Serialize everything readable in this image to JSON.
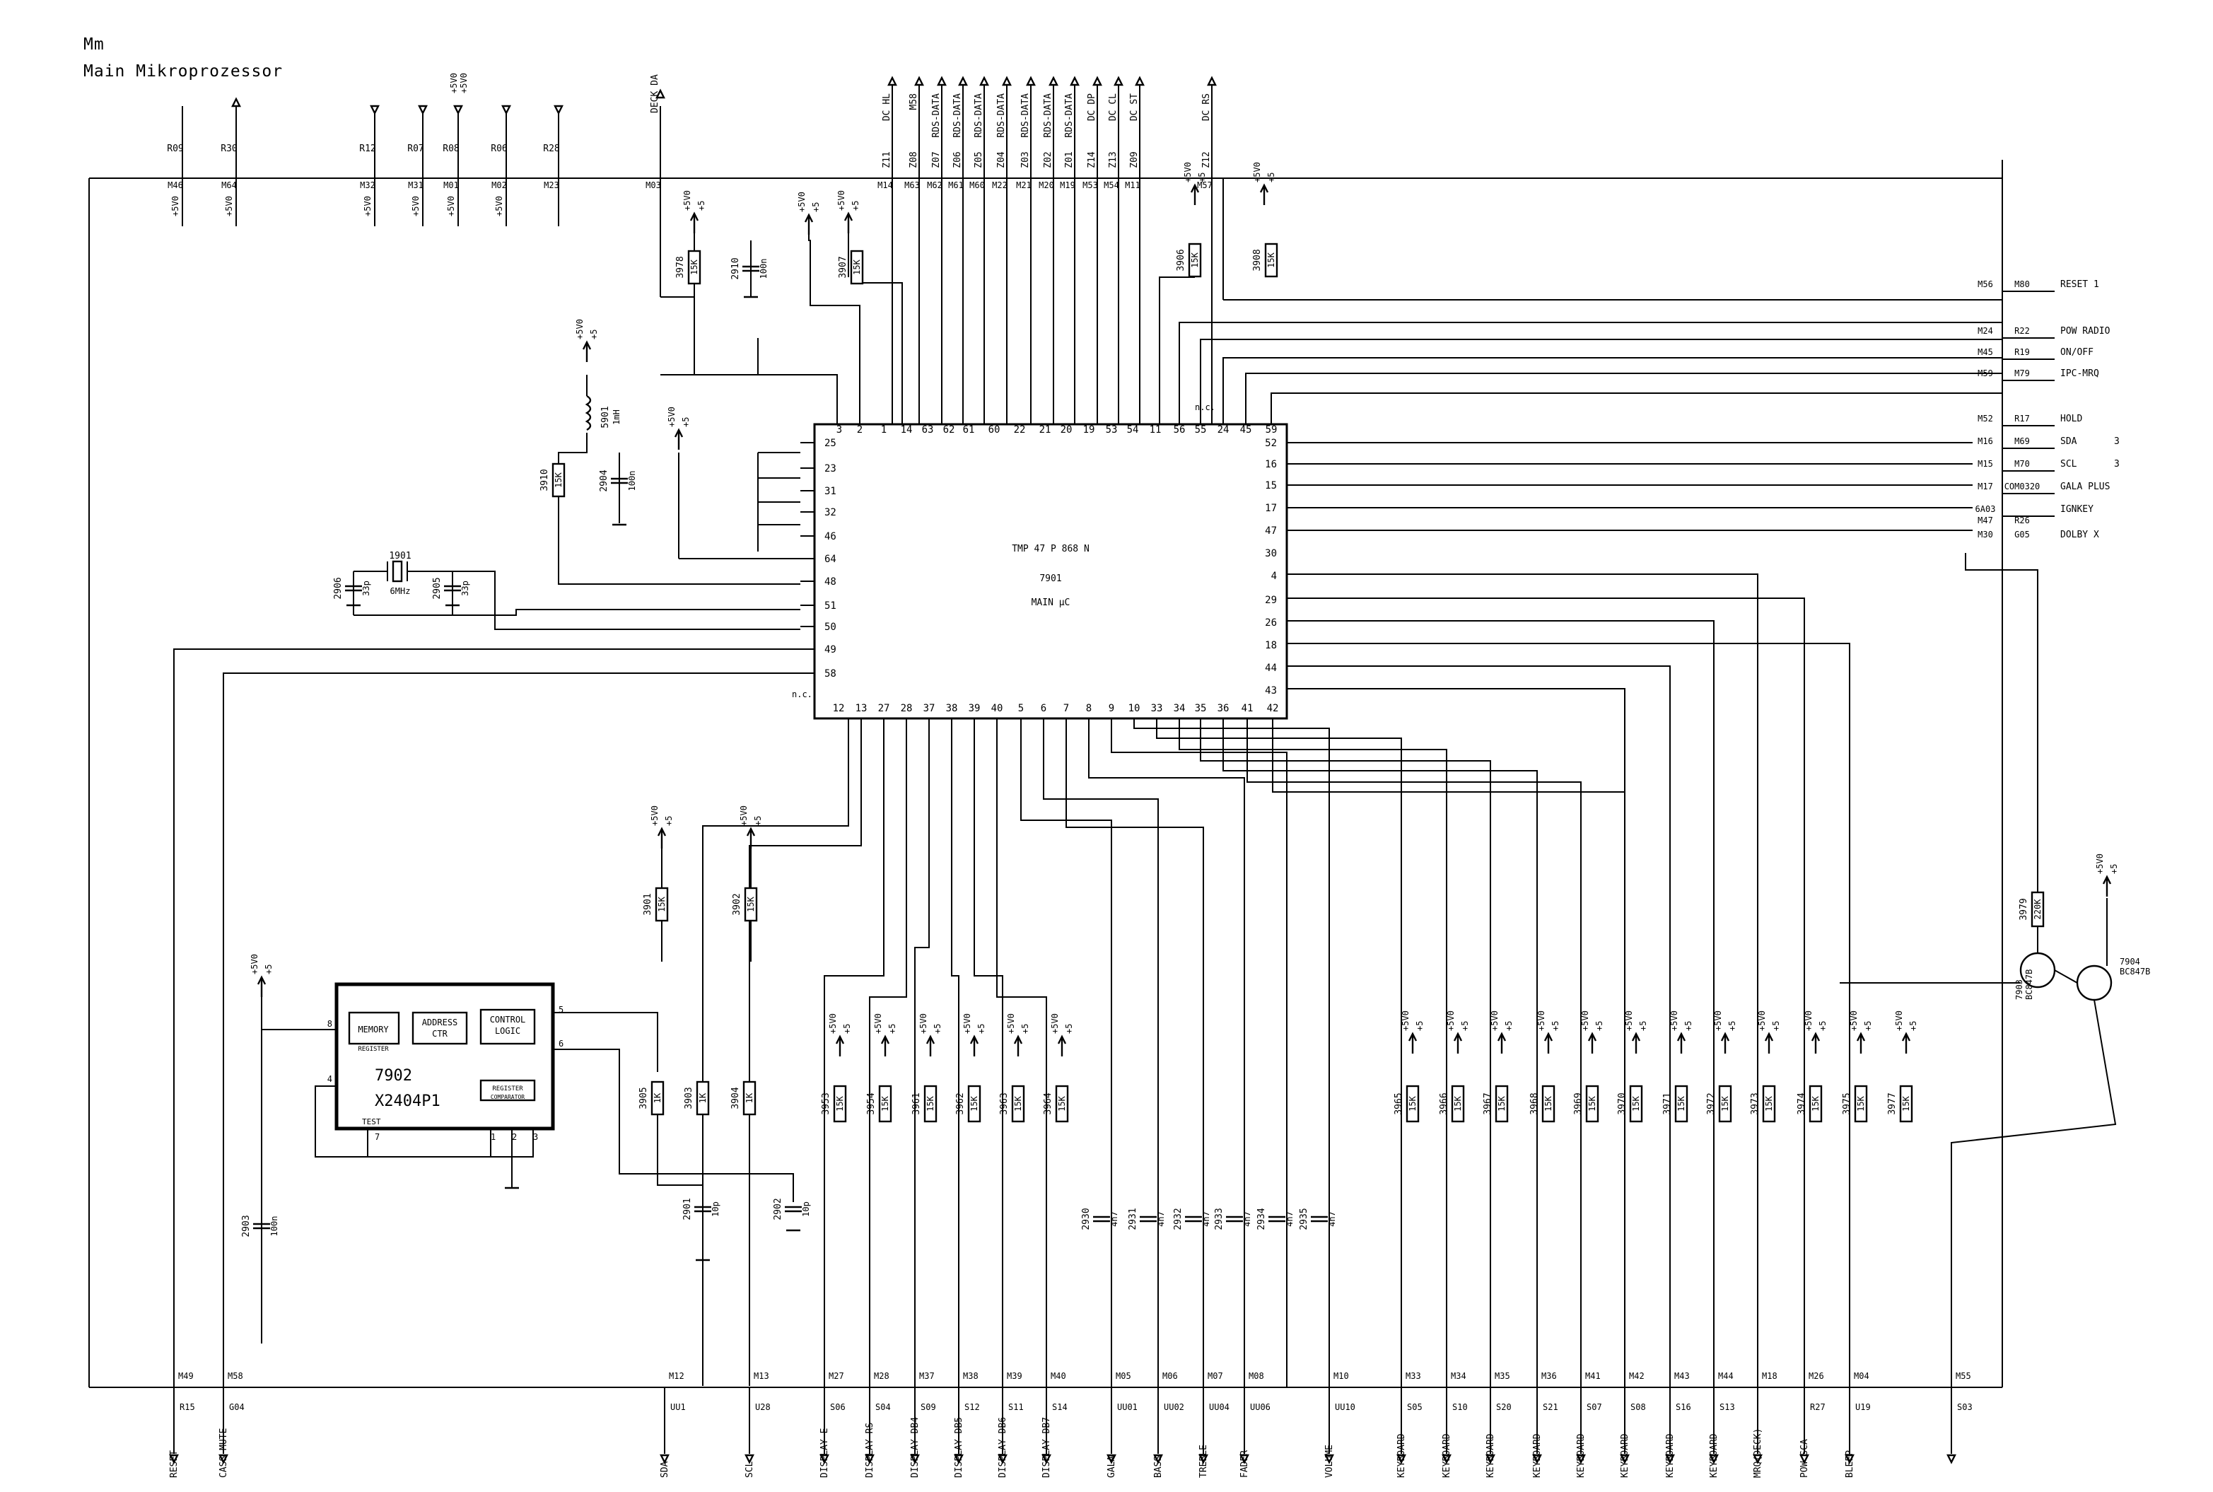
{
  "header": {
    "code": "Mm",
    "title": "Main Mikroprozessor"
  },
  "ic_main": {
    "part": "TMP 47 P 868 N",
    "ref": "7901",
    "desc": "MAIN μC",
    "nc": "n.c."
  },
  "ic_eeprom": {
    "ref": "7902",
    "part": "X2404P1",
    "memory": "MEMORY",
    "register": "REGISTER",
    "address_1": "ADDRESS",
    "address_2": "CTR",
    "control_1": "CONTROL",
    "control_2": "LOGIC",
    "reg_comp_1": "REGISTER",
    "reg_comp_2": "COMPARATOR",
    "test": "TEST"
  },
  "top_connectors": [
    {
      "ref": "R09",
      "pad": "M46"
    },
    {
      "ref": "R30",
      "pad": "M64"
    },
    {
      "ref": "R12",
      "pad": "M32"
    },
    {
      "ref": "R07",
      "pad": "M31"
    },
    {
      "ref": "R08",
      "pad": "M01"
    },
    {
      "ref": "R06",
      "pad": "M02"
    },
    {
      "ref": "R28",
      "pad": "M23"
    },
    {
      "ref": "DECK DA",
      "pad": "M03"
    }
  ],
  "top_bus": [
    {
      "net": "DC HL",
      "ref": "Z11",
      "pad": "M14"
    },
    {
      "net": "M58",
      "ref": "Z08",
      "pad": "M63"
    },
    {
      "net": "RDS-DATA",
      "ref": "Z07",
      "pad": "M62"
    },
    {
      "net": "RDS-DATA",
      "ref": "Z06",
      "pad": "M61"
    },
    {
      "net": "RDS-DATA",
      "ref": "Z05",
      "pad": "M60"
    },
    {
      "net": "RDS-DATA",
      "ref": "Z04",
      "pad": "M22"
    },
    {
      "net": "RDS-DATA",
      "ref": "Z03",
      "pad": "M21"
    },
    {
      "net": "RDS-DATA",
      "ref": "Z02",
      "pad": "M20"
    },
    {
      "net": "RDS-DATA",
      "ref": "Z01",
      "pad": "M19"
    },
    {
      "net": "DC DP",
      "ref": "Z14",
      "pad": "M53"
    },
    {
      "net": "DC CL",
      "ref": "Z13",
      "pad": "M54"
    },
    {
      "net": "DC ST",
      "ref": "Z09",
      "pad": "M11"
    },
    {
      "net": "DC RS",
      "ref": "Z12",
      "pad": "M57"
    }
  ],
  "right_signals": [
    {
      "pad": "M56",
      "ref": "M80",
      "net": "RESET 1"
    },
    {
      "pad": "M24",
      "ref": "R22",
      "net": "POW RADIO"
    },
    {
      "pad": "M45",
      "ref": "R19",
      "net": "ON/OFF"
    },
    {
      "pad": "M59",
      "ref": "M79",
      "net": "IPC-MRQ"
    },
    {
      "pad": "M52",
      "ref": "R17",
      "net": "HOLD"
    },
    {
      "pad": "M16",
      "ref": "M69",
      "net": "SDA"
    },
    {
      "pad": "M15",
      "ref": "M70",
      "net": "SCL"
    },
    {
      "pad": "M17",
      "ref": "COM0320",
      "net": "GALA PLUS"
    },
    {
      "pad": "6A03",
      "ref": "",
      "net": "IGNKEY"
    },
    {
      "pad": "M47",
      "ref": "R26",
      "net": ""
    },
    {
      "pad": "M30",
      "ref": "G05",
      "net": "DOLBY X"
    }
  ],
  "page_ref_3": "3",
  "pins": {
    "top": [
      "3",
      "2",
      "1",
      "14",
      "63",
      "62",
      "61",
      "60",
      "22",
      "21",
      "20",
      "19",
      "53",
      "54",
      "11",
      "56",
      "55",
      "24",
      "45",
      "59"
    ],
    "left": [
      "25",
      "23",
      "31",
      "32",
      "46",
      "64",
      "48",
      "51",
      "50",
      "49",
      "58"
    ],
    "right": [
      "52",
      "16",
      "15",
      "17",
      "47",
      "30",
      "4",
      "29",
      "26",
      "18",
      "44",
      "43"
    ],
    "bottom": [
      "12",
      "13",
      "27",
      "28",
      "37",
      "38",
      "39",
      "40",
      "5",
      "6",
      "7",
      "8",
      "9",
      "10",
      "33",
      "34",
      "35",
      "36",
      "41",
      "42"
    ]
  },
  "components": {
    "r3978": {
      "ref": "3978",
      "val": "15K"
    },
    "c2910": {
      "ref": "2910",
      "val": "100n"
    },
    "r3907": {
      "ref": "3907",
      "val": "15K"
    },
    "r3906": {
      "ref": "3906",
      "val": "15K"
    },
    "r3908": {
      "ref": "3908",
      "val": "15K"
    },
    "r5901": {
      "ref": "5901",
      "val": "1mH"
    },
    "r3910": {
      "ref": "3910",
      "val": "15K"
    },
    "c2904": {
      "ref": "2904",
      "val": "100n"
    },
    "x1901": {
      "ref": "1901",
      "val": "6MHz"
    },
    "c2906": {
      "ref": "2906",
      "val": "33p"
    },
    "c2905": {
      "ref": "2905",
      "val": "33p"
    },
    "r3901": {
      "ref": "3901",
      "val": "15K"
    },
    "r3902": {
      "ref": "3902",
      "val": "15K"
    },
    "r3905": {
      "ref": "3905",
      "val": "1K"
    },
    "r3903": {
      "ref": "3903",
      "val": "1K"
    },
    "r3904": {
      "ref": "3904",
      "val": "1K"
    },
    "c2901": {
      "ref": "2901",
      "val": "10p"
    },
    "c2902": {
      "ref": "2902",
      "val": "10p"
    },
    "c2903": {
      "ref": "2903",
      "val": "100n"
    },
    "r3979": {
      "ref": "3979",
      "val": "220K"
    },
    "q7903": {
      "ref": "7903",
      "val": "BC847B"
    },
    "q7904": {
      "ref": "7904",
      "val": "BC847B"
    }
  },
  "display_resistors": [
    {
      "ref": "3953",
      "val": "15K"
    },
    {
      "ref": "3954",
      "val": "15K"
    },
    {
      "ref": "3961",
      "val": "15K"
    },
    {
      "ref": "3962",
      "val": "15K"
    },
    {
      "ref": "3963",
      "val": "15K"
    },
    {
      "ref": "3964",
      "val": "15K"
    }
  ],
  "analog_caps": [
    {
      "ref": "2930",
      "val": "4n7"
    },
    {
      "ref": "2931",
      "val": "4n7"
    },
    {
      "ref": "2932",
      "val": "4n7"
    },
    {
      "ref": "2933",
      "val": "4n7"
    },
    {
      "ref": "2934",
      "val": "4n7"
    },
    {
      "ref": "2935",
      "val": "4n7"
    }
  ],
  "keyboard_resistors": [
    {
      "ref": "3965",
      "val": "15K"
    },
    {
      "ref": "3966",
      "val": "15K"
    },
    {
      "ref": "3967",
      "val": "15K"
    },
    {
      "ref": "3968",
      "val": "15K"
    },
    {
      "ref": "3969",
      "val": "15K"
    },
    {
      "ref": "3970",
      "val": "15K"
    },
    {
      "ref": "3971",
      "val": "15K"
    },
    {
      "ref": "3972",
      "val": "15K"
    },
    {
      "ref": "3973",
      "val": "15K"
    },
    {
      "ref": "3974",
      "val": "15K"
    },
    {
      "ref": "3975",
      "val": "15K"
    },
    {
      "ref": "3977",
      "val": "15K"
    }
  ],
  "supply": {
    "v": "+5V0",
    "n": "+5"
  },
  "bottom_connectors": [
    {
      "pad": "M49",
      "ref": "R15",
      "net": "RESET"
    },
    {
      "pad": "M58",
      "ref": "G04",
      "net": "CASS MUTE"
    },
    {
      "pad": "M12",
      "ref": "UU1",
      "net": "SDA"
    },
    {
      "pad": "M13",
      "ref": "U28",
      "net": "SCL"
    },
    {
      "pad": "M27",
      "ref": "S06",
      "net": "DISPLAY E"
    },
    {
      "pad": "M28",
      "ref": "S04",
      "net": "DISPLAY RS"
    },
    {
      "pad": "M37",
      "ref": "S09",
      "net": "DISPLAY DB4"
    },
    {
      "pad": "M38",
      "ref": "S12",
      "net": "DISPLAY DB5"
    },
    {
      "pad": "M39",
      "ref": "S11",
      "net": "DISPLAY DB6"
    },
    {
      "pad": "M40",
      "ref": "S14",
      "net": "DISPLAY DB7"
    },
    {
      "pad": "M05",
      "ref": "UU01",
      "net": "GALA"
    },
    {
      "pad": "M06",
      "ref": "UU02",
      "net": "BASS"
    },
    {
      "pad": "M07",
      "ref": "UU04",
      "net": "TREBLE"
    },
    {
      "pad": "M08",
      "ref": "UU06",
      "net": "FADER"
    },
    {
      "pad": "M10",
      "ref": "UU10",
      "net": "VOLUME"
    },
    {
      "pad": "M33",
      "ref": "S05",
      "net": "KEYBOARD"
    },
    {
      "pad": "M34",
      "ref": "S10",
      "net": "KEYBOARD"
    },
    {
      "pad": "M35",
      "ref": "S20",
      "net": "KEYBOARD"
    },
    {
      "pad": "M36",
      "ref": "S21",
      "net": "KEYBOARD"
    },
    {
      "pad": "M41",
      "ref": "S07",
      "net": "KEYBOARD"
    },
    {
      "pad": "M42",
      "ref": "S08",
      "net": "KEYBOARD"
    },
    {
      "pad": "M43",
      "ref": "S16",
      "net": "KEYBOARD"
    },
    {
      "pad": "M44",
      "ref": "S13",
      "net": "KEYBOARD"
    },
    {
      "pad": "M18",
      "ref": "",
      "net": "MRQ(DECK)"
    },
    {
      "pad": "M26",
      "ref": "R27",
      "net": "POW SCA"
    },
    {
      "pad": "M04",
      "ref": "U19",
      "net": "BLEEP"
    },
    {
      "pad": "M55",
      "ref": "S03",
      "net": ""
    }
  ]
}
